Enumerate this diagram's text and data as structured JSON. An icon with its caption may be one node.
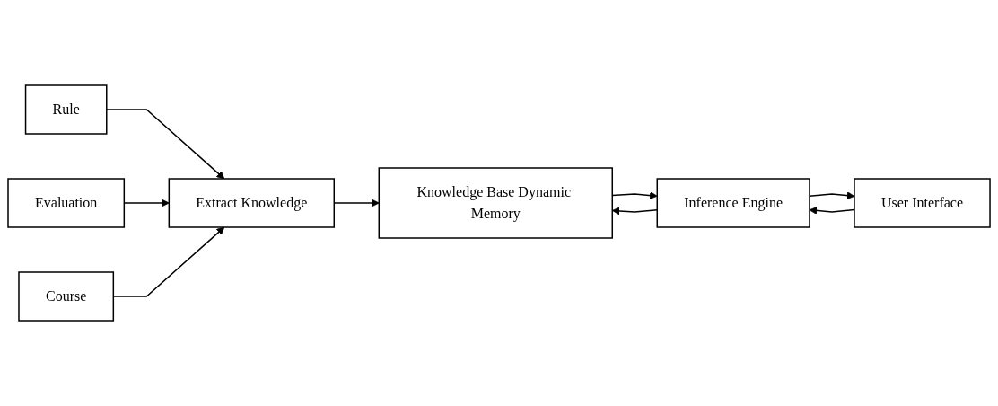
{
  "diagram": {
    "nodes": [
      {
        "text": [
          "Rule"
        ]
      },
      {
        "text": [
          "Evaluation"
        ]
      },
      {
        "text": [
          "Course"
        ]
      },
      {
        "text": [
          "Extract Knowledge"
        ]
      },
      {
        "text": [
          "Knowledge Base Dynamic Memory"
        ]
      },
      {
        "text": [
          "Inference Engine"
        ]
      },
      {
        "text": [
          "User Interface"
        ]
      }
    ],
    "edges": [
      {
        "from": 0,
        "to": 3,
        "arrow": "to"
      },
      {
        "from": 1,
        "to": 3,
        "arrow": "to"
      },
      {
        "from": 2,
        "to": 3,
        "arrow": "to"
      },
      {
        "from": 3,
        "to": 4,
        "arrow": "to"
      },
      {
        "from": 5,
        "to": 4,
        "arrow": "to"
      },
      {
        "from": 4,
        "to": 5,
        "arrow": "to"
      },
      {
        "from": 6,
        "to": 5,
        "arrow": "to"
      },
      {
        "from": 5,
        "to": 6,
        "arrow": "to"
      }
    ]
  }
}
